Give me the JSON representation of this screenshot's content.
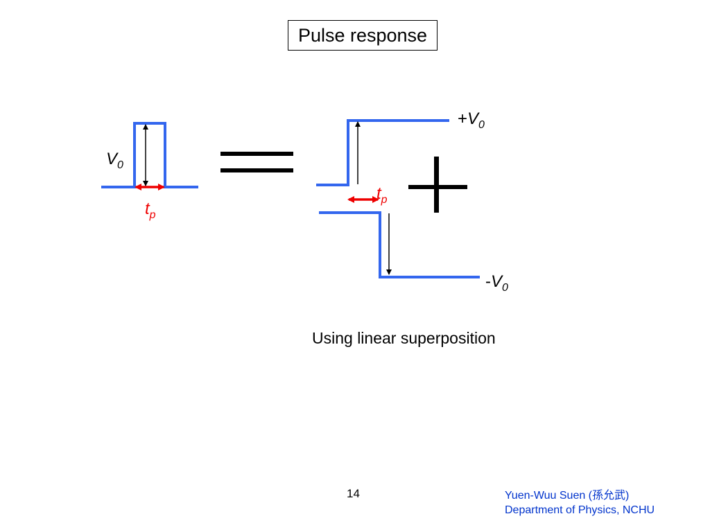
{
  "title": "Pulse response",
  "labels": {
    "pulse_height": {
      "sign": "",
      "symbol": "V",
      "subscript": "0"
    },
    "pulse_width": {
      "symbol": "t",
      "subscript": "p"
    },
    "step_up_height": {
      "sign": "+",
      "symbol": "V",
      "subscript": "0"
    },
    "step_delay": {
      "symbol": "t",
      "subscript": "p"
    },
    "step_down_height": {
      "sign": "-",
      "symbol": "V",
      "subscript": "0"
    }
  },
  "caption": "Using linear superposition",
  "page_number": "14",
  "author": {
    "name": "Yuen-Wuu Suen (孫允武)",
    "department": "Department of Physics, NCHU"
  },
  "colors": {
    "waveform": "#3366ee",
    "time_marker": "#ee0000",
    "text": "#000000",
    "author_text": "#0033cc"
  }
}
